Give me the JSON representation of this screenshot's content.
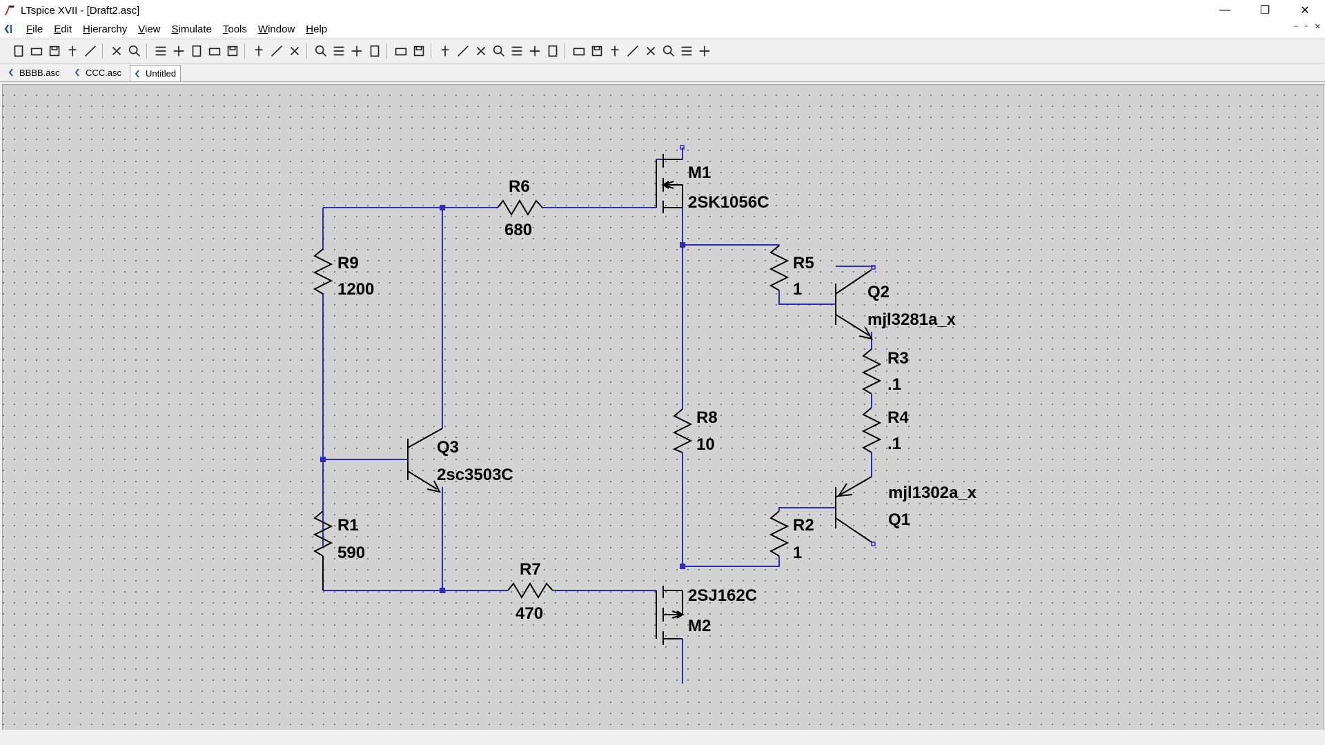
{
  "window": {
    "title": "LTspice XVII - [Draft2.asc]",
    "minimize": "—",
    "restore": "❐",
    "close": "✕"
  },
  "menu": [
    "File",
    "Edit",
    "Hierarchy",
    "View",
    "Simulate",
    "Tools",
    "Window",
    "Help"
  ],
  "mdi_controls": {
    "minimize": "–",
    "restore": "▫",
    "close": "✕"
  },
  "toolbar_icons": [
    "new-schematic-icon",
    "open-icon",
    "save-icon",
    "control-panel-icon",
    "run-icon",
    "halt-icon",
    "zoom-in-icon",
    "zoom-out-icon",
    "zoom-back-icon",
    "zoom-fit-icon",
    "autorange-icon",
    "tile-horizontal-icon",
    "tile-vertical-icon",
    "cascade-icon",
    "cut-icon",
    "copy-icon",
    "paste-icon",
    "find-icon",
    "print-icon",
    "print-setup-icon",
    "draw-wire-icon",
    "ground-icon",
    "label-net-icon",
    "resistor-icon",
    "capacitor-icon",
    "inductor-icon",
    "diode-icon",
    "component-icon",
    "move-icon",
    "drag-icon",
    "undo-icon",
    "redo-icon",
    "rotate-icon",
    "mirror-icon",
    "text-icon",
    "spice-directive-icon"
  ],
  "tabs": [
    {
      "label": "BBBB.asc",
      "active": false
    },
    {
      "label": "CCC.asc",
      "active": false
    },
    {
      "label": "Untitled",
      "active": true
    }
  ],
  "schematic": {
    "wire_color": "#2b2bbf",
    "components": {
      "R6": {
        "name": "R6",
        "value": "680"
      },
      "R9": {
        "name": "R9",
        "value": "1200"
      },
      "R1": {
        "name": "R1",
        "value": "590"
      },
      "R7": {
        "name": "R7",
        "value": "470"
      },
      "R8": {
        "name": "R8",
        "value": "10"
      },
      "R5": {
        "name": "R5",
        "value": "1"
      },
      "R2": {
        "name": "R2",
        "value": "1"
      },
      "R3": {
        "name": "R3",
        "value": ".1"
      },
      "R4": {
        "name": "R4",
        "value": ".1"
      },
      "M1": {
        "name": "M1",
        "value": "2SK1056C"
      },
      "M2": {
        "name": "M2",
        "value": "2SJ162C"
      },
      "Q1": {
        "name": "Q1",
        "value": "mjl1302a_x"
      },
      "Q2": {
        "name": "Q2",
        "value": "mjl3281a_x"
      },
      "Q3": {
        "name": "Q3",
        "value": "2sc3503C"
      }
    }
  }
}
